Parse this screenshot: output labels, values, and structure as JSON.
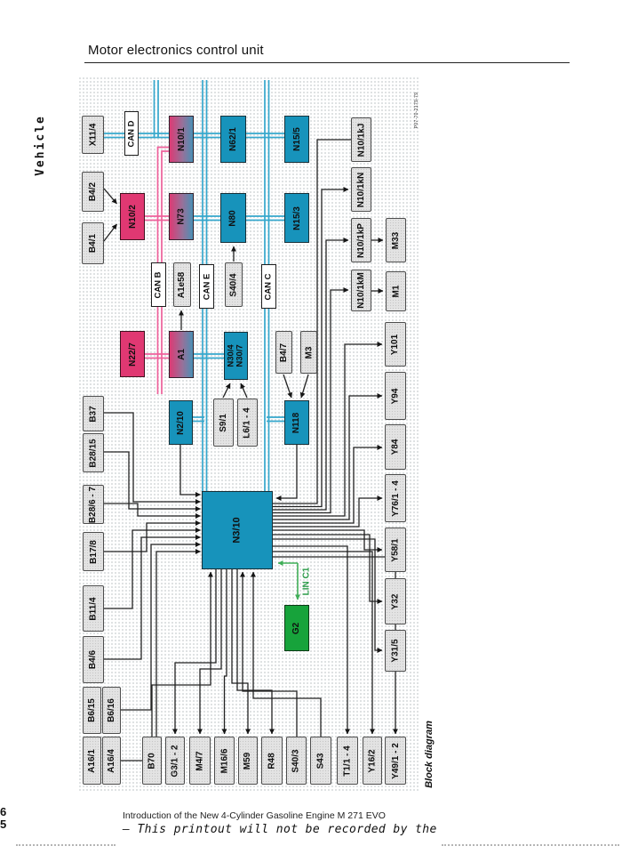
{
  "page": {
    "side_label": "Vehicle",
    "title": "Motor electronics control unit",
    "figure_number": "P07-70-2179-79",
    "caption": "Block diagram",
    "footer": {
      "page_number_top": "6",
      "page_number_bottom": "5",
      "doc_title": "Introduction of the New 4-Cylinder Gasoline Engine M 271 EVO",
      "note": "– This printout will not be recorded by the"
    }
  },
  "buses": {
    "can_b": "CAN B",
    "can_c": "CAN C",
    "can_d": "CAN D",
    "can_e": "CAN E",
    "lin_c1": "LIN C1"
  },
  "colors": {
    "can_bus_blue": "#35a7cc",
    "can_b_pink": "#ee619b",
    "lin_green": "#3fae57",
    "control_unit_teal": "#1793bb",
    "gateway_pink": "#e03872",
    "actuator_green": "#17a33b"
  },
  "nodes": {
    "x11_4": "X11/4",
    "n10_1": "N10/1",
    "n62_1": "N62/1",
    "n15_5": "N15/5",
    "b4_2": "B4/2",
    "b4_1": "B4/1",
    "n10_2": "N10/2",
    "n73": "N73",
    "n80": "N80",
    "n15_3": "N15/3",
    "a1e58": "A1e58",
    "s40_4": "S40/4",
    "n22_7": "N22/7",
    "a1": "A1",
    "n30": "N30/4\nN30/7",
    "b4_7": "B4/7",
    "m3": "M3",
    "b37": "B37",
    "n2_10": "N2/10",
    "s9_1": "S9/1",
    "l6": "L6/1 - 4",
    "n118": "N118",
    "b28_15": "B28/15",
    "b28_6": "B28/6 - 7",
    "b17_8": "B17/8",
    "n3_10": "N3/10",
    "b11_4": "B11/4",
    "b4_6": "B4/6",
    "b6_15": "B6/15",
    "b6_16": "B6/16",
    "a16_1": "A16/1",
    "a16_4": "A16/4",
    "g2": "G2",
    "b70": "B70",
    "g3": "G3/1 - 2",
    "m4_7": "M4/7",
    "m16_6": "M16/6",
    "m59": "M59",
    "r48": "R48",
    "s40_3": "S40/3",
    "s43": "S43",
    "t1": "T1/1 - 4",
    "y16_2": "Y16/2",
    "y49": "Y49/1 - 2",
    "n10_1kj": "N10/1kJ",
    "n10_1kn": "N10/1kN",
    "n10_1kp": "N10/1kP",
    "m33": "M33",
    "n10_1km": "N10/1kM",
    "m1": "M1",
    "y101": "Y101",
    "y94": "Y94",
    "y84": "Y84",
    "y76": "Y76/1 - 4",
    "y58_1": "Y58/1",
    "y32": "Y32",
    "y31_5": "Y31/5"
  }
}
